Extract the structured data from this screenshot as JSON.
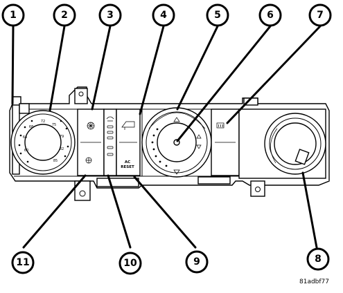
{
  "callouts": [
    {
      "label": "1"
    },
    {
      "label": "2"
    },
    {
      "label": "3"
    },
    {
      "label": "4"
    },
    {
      "label": "5"
    },
    {
      "label": "6"
    },
    {
      "label": "7"
    },
    {
      "label": "8"
    },
    {
      "label": "9"
    },
    {
      "label": "10"
    },
    {
      "label": "11"
    }
  ],
  "temperature_scale": [
    "60",
    "64",
    "68",
    "72",
    "75",
    "79",
    "82",
    "85"
  ],
  "ac_reset_label": "AC\nRESET",
  "figure_id": "81adbf77",
  "colors": {
    "ink": "#000000",
    "paper": "#ffffff"
  },
  "icons": [
    "fan-speed-icon",
    "defrost-icon",
    "mode-panel-icon",
    "rear-defrost-icon",
    "recirculation-icon"
  ]
}
